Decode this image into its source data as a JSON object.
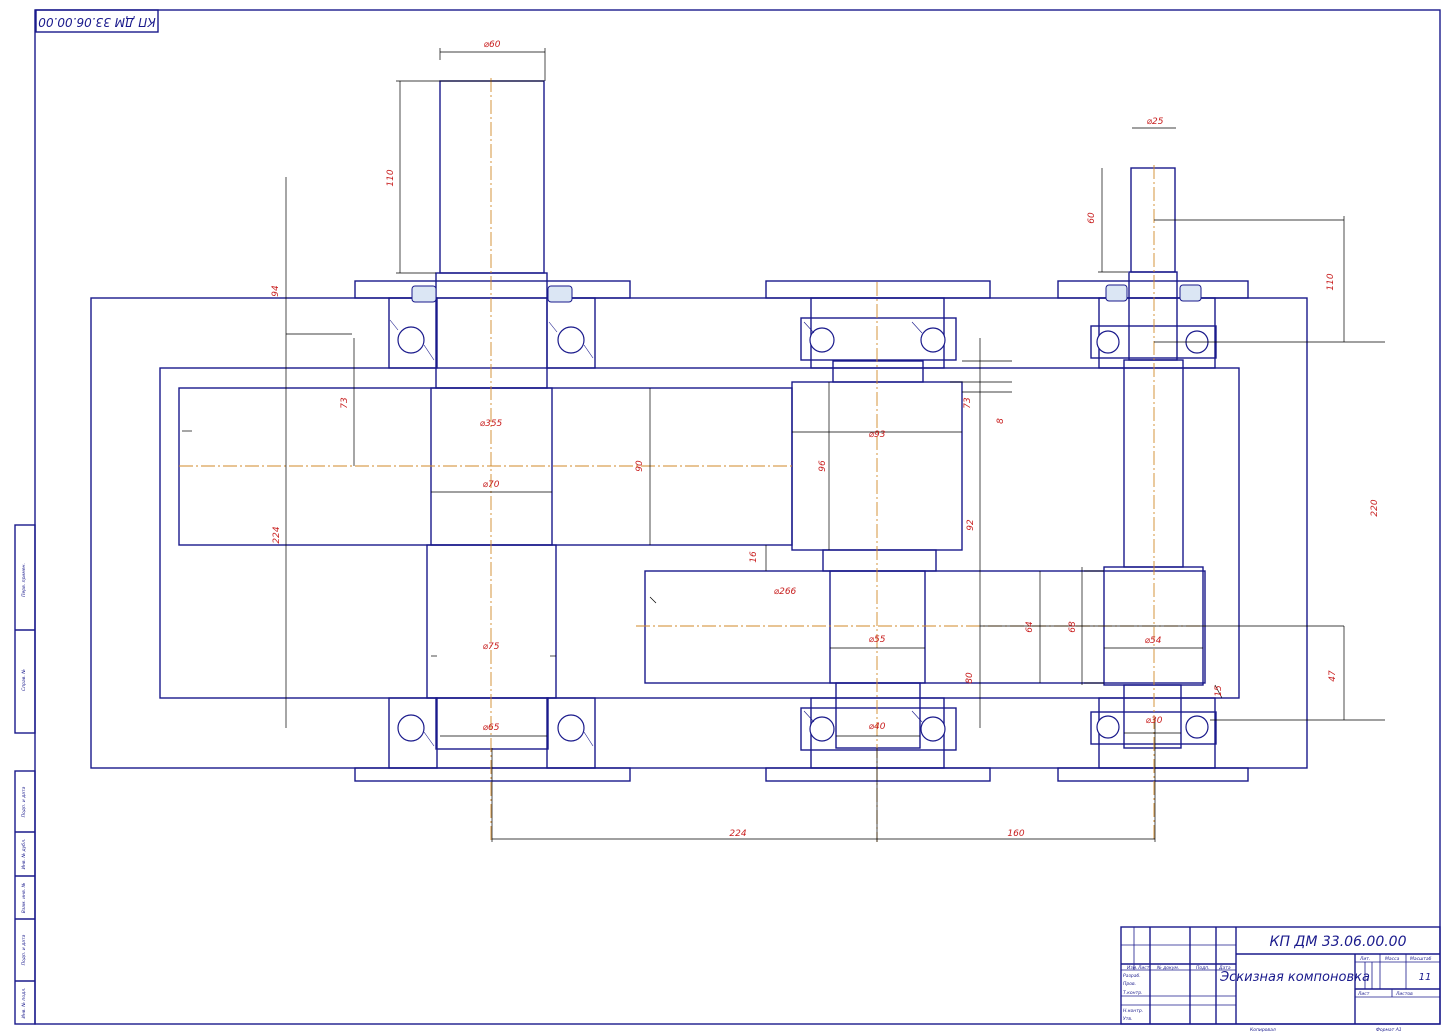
{
  "document": {
    "designation": "КП ДМ 33.06.00.00",
    "designation_rotated": "КП ДМ 33.06.00.00",
    "drawing_name": "Эскизная компоновка",
    "sheets_total": "11",
    "stamp_columns": [
      "Изм.",
      "Лист",
      "№ докум.",
      "Подп.",
      "Дата"
    ],
    "stamp_roles": [
      "Разраб.",
      "Пров.",
      "Т.контр.",
      "Н.контр.",
      "Утв."
    ],
    "stamp_head": [
      "Лит.",
      "Масса",
      "Масштаб"
    ],
    "stamp_sheet": [
      "Лист",
      "Листов"
    ],
    "bottom_labels": [
      "Копировал",
      "Формат A1"
    ],
    "side_labels": [
      "Перв. примен.",
      "Справ. №",
      "Подп. и дата",
      "Инв. № дубл.",
      "Взам. инв. №",
      "Подп. и дата",
      "Инв. № подл."
    ]
  },
  "dimensions": {
    "d60": "⌀60",
    "d25": "⌀25",
    "l110": "110",
    "l60": "60",
    "l94": "94",
    "l73a": "73",
    "l73b": "73",
    "l8": "8",
    "l90": "90",
    "l96": "96",
    "l92": "92",
    "l16": "16",
    "l220": "220",
    "l224v": "224",
    "d355": "⌀355",
    "d70": "⌀70",
    "d93": "⌀93",
    "d266": "⌀266",
    "d75": "⌀75",
    "d55": "⌀55",
    "d54": "⌀54",
    "l64": "64",
    "l68": "68",
    "l80": "80",
    "l47": "47",
    "l15": "15",
    "d65": "⌀65",
    "d40": "⌀40",
    "d30": "⌀30",
    "l224h": "224",
    "l160": "160",
    "l110r": "110"
  }
}
